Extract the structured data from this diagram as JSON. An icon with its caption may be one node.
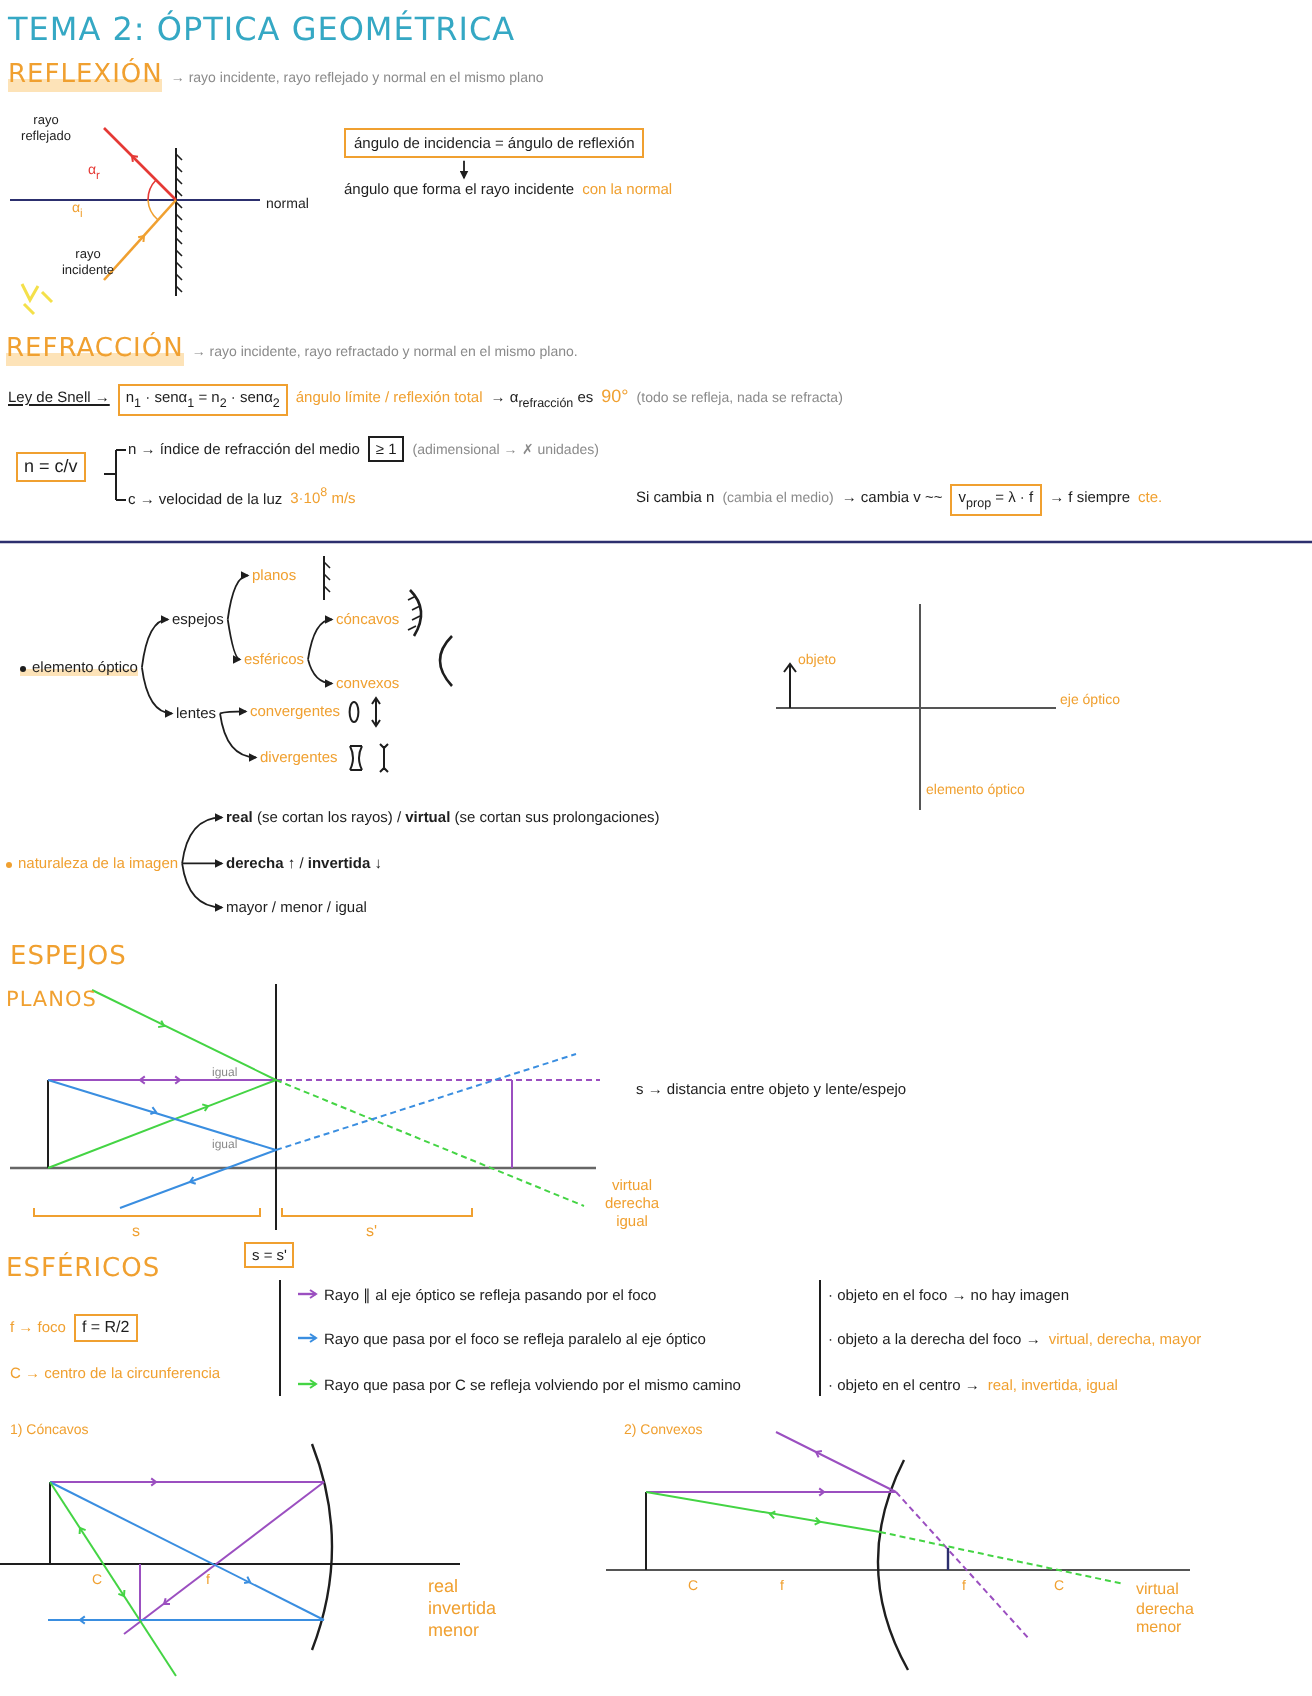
{
  "diagram": {
    "title": "TEMA 2: ÓPTICA GEOMÉTRICA",
    "nodes": [
      {
        "text": [
          "ángulo de incidencia = ángulo de reflexión"
        ]
      },
      {
        "text": [
          "ángulo que forma el rayo incidente",
          "con la normal"
        ]
      },
      {
        "text": [
          "elemento óptico"
        ]
      },
      {
        "text": [
          "espejos"
        ]
      },
      {
        "text": [
          "lentes"
        ]
      },
      {
        "text": [
          "planos"
        ]
      },
      {
        "text": [
          "esféricos"
        ]
      },
      {
        "text": [
          "cóncavos"
        ]
      },
      {
        "text": [
          "convexos"
        ]
      },
      {
        "text": [
          "convergentes"
        ]
      },
      {
        "text": [
          "divergentes"
        ]
      },
      {
        "text": [
          "naturaleza de la imagen"
        ]
      },
      {
        "text": [
          "**real** (se cortan los rayos) / **virtual** (se cortan sus prolongaciones)"
        ]
      },
      {
        "text": [
          "**derecha** ↑ / **invertida** ↓"
        ]
      },
      {
        "text": [
          "mayor / menor / igual"
        ]
      }
    ],
    "edges": [
      {
        "from": 0,
        "to": 1,
        "arrow": "to"
      },
      {
        "from": 2,
        "to": 3,
        "arrow": "to"
      },
      {
        "from": 2,
        "to": 4,
        "arrow": "to"
      },
      {
        "from": 3,
        "to": 5,
        "arrow": "to"
      },
      {
        "from": 3,
        "to": 6,
        "arrow": "to"
      },
      {
        "from": 6,
        "to": 7,
        "arrow": "to"
      },
      {
        "from": 6,
        "to": 8,
        "arrow": "to"
      },
      {
        "from": 4,
        "to": 9,
        "arrow": "to"
      },
      {
        "from": 4,
        "to": 10,
        "arrow": "to"
      },
      {
        "from": 11,
        "to": 12,
        "arrow": "to"
      },
      {
        "from": 11,
        "to": 13,
        "arrow": "to"
      },
      {
        "from": 11,
        "to": 14,
        "arrow": "to"
      }
    ],
    "labels": [
      "REFLEXIÓN",
      "→ rayo incidente, rayo reflejado y normal en el mismo plano",
      "rayo reflejado",
      "α$_{r}$",
      "α$_{i}$",
      "normal",
      "rayo incidente",
      "REFRACCIÓN",
      "→ rayo incidente, rayo refractado y normal en el mismo plano.",
      "Ley de Snell →",
      "n$_{1}$ · senα$_{1}$ = n$_{2}$ · senα$_{2}$",
      "ángulo límite / reflexión total",
      "→ α$_{refracción}$ es",
      "90°",
      "(todo se refleja, nada se refracta)",
      "n = c/v",
      "n → índice de refracción del medio",
      "≥ 1",
      "(adimensional → ✗ unidades)",
      "c → velocidad de la luz",
      "3·10$^{8}$ m/s",
      "Si cambia n",
      "(cambia el medio)",
      "→ cambia v ~~",
      "v$_{prop}$ = λ · f",
      "→ f siempre",
      "cte.",
      "objeto",
      "eje óptico",
      "elemento óptico",
      "ESPEJOS",
      "PLANOS",
      "igual",
      "igual",
      "virtual derecha igual",
      "s",
      "s'",
      "s = s'",
      "s → distancia entre objeto y lente/espejo",
      "ESFÉRICOS",
      "f → foco",
      "f = R/2",
      "C → centro de la circunferencia",
      "Rayo ∥ al eje óptico se refleja pasando por el foco",
      "Rayo que pasa por el foco se refleja paralelo al eje óptico",
      "Rayo que pasa por C se refleja volviendo por el mismo camino",
      "· objeto en el foco → no hay imagen",
      "· objeto a la derecha del foco →",
      "virtual, derecha, mayor",
      "· objeto en el centro →",
      "real, invertida, igual",
      "1) Cóncavos",
      "C",
      "f",
      "real invertida menor",
      "2) Convexos",
      "C",
      "f",
      "f",
      "C",
      "virtual derecha menor"
    ]
  }
}
